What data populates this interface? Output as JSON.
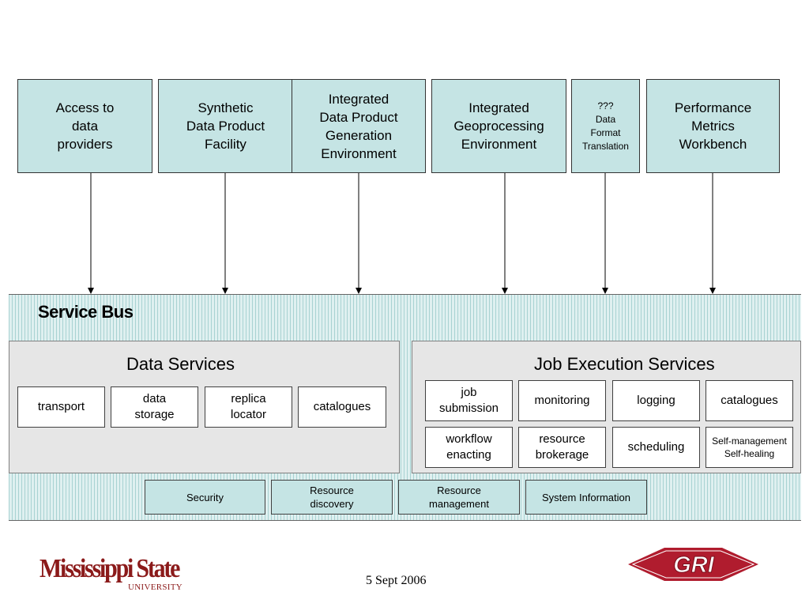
{
  "top_boxes": [
    {
      "label": "Access to\ndata\nproviders"
    },
    {
      "label": "Synthetic\nData Product\nFacility"
    },
    {
      "label": "Integrated\nData Product\nGeneration\nEnvironment"
    },
    {
      "label": "Integrated\nGeoprocessing\nEnvironment"
    },
    {
      "label": "???\nData\nFormat\nTranslation"
    },
    {
      "label": "Performance\nMetrics\nWorkbench"
    }
  ],
  "service_bus": {
    "title": "Service Bus"
  },
  "data_services": {
    "title": "Data Services",
    "items": [
      "transport",
      "data\nstorage",
      "replica\nlocator",
      "catalogues"
    ]
  },
  "job_execution_services": {
    "title": "Job Execution Services",
    "items": [
      "job\nsubmission",
      "monitoring",
      "logging",
      "catalogues",
      "workflow\nenacting",
      "resource\nbrokerage",
      "scheduling",
      "Self-management\nSelf-healing"
    ]
  },
  "bottom_services": [
    "Security",
    "Resource\ndiscovery",
    "Resource\nmanagement",
    "System Information"
  ],
  "footer": {
    "date": "5 Sept 2006",
    "msu_logo_main": "Mississippi State",
    "msu_logo_sub": "UNIVERSITY",
    "gri_logo": "GRI"
  },
  "colors": {
    "box_fill": "#c5e4e4",
    "panel_fill": "#e6e6e6",
    "msu_maroon": "#8b1a1a",
    "gri_red": "#b01c2e"
  }
}
